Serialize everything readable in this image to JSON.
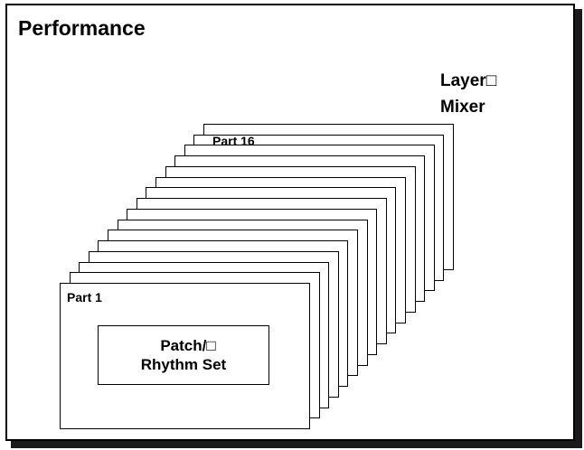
{
  "title": "Performance",
  "layer_mixer": {
    "line1": "Layer□",
    "line2": "Mixer"
  },
  "parts": {
    "front_label": "Part 1",
    "back_label": "Part 16",
    "count": 16
  },
  "inner_box": {
    "line1": "Patch/□",
    "line2": "Rhythm Set"
  }
}
